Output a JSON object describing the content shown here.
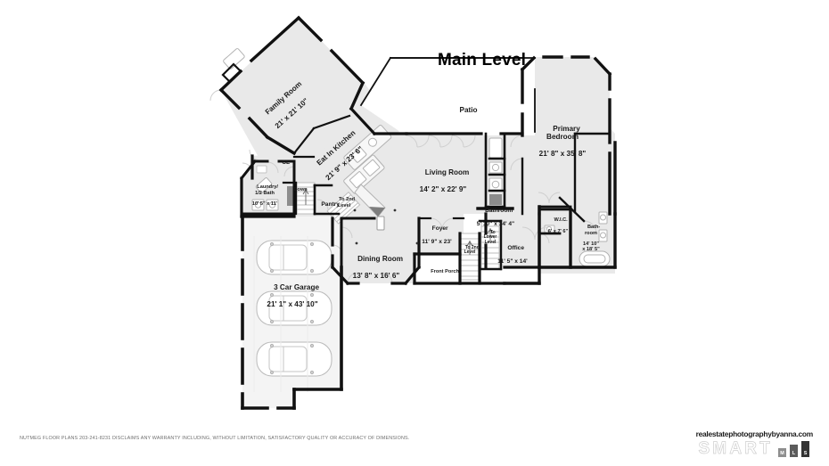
{
  "document": {
    "title": "Main Level",
    "type": "floor-plan"
  },
  "rooms": [
    {
      "id": "family-room",
      "name": "Family Room",
      "dimensions": "21' x 21' 10\""
    },
    {
      "id": "eat-in-kitchen",
      "name": "Eat In Kitchen",
      "dimensions": "21' 9\" x 23' 6\""
    },
    {
      "id": "closet",
      "name": "CL",
      "dimensions": ""
    },
    {
      "id": "laundry",
      "name": "Laundry/\n1/2 Bath",
      "dimensions": "10' 5\" x 11'"
    },
    {
      "id": "pantry",
      "name": "Pantry",
      "dimensions": ""
    },
    {
      "id": "patio",
      "name": "Patio",
      "dimensions": ""
    },
    {
      "id": "living-room",
      "name": "Living Room",
      "dimensions": "14' 2\" x 22' 9\""
    },
    {
      "id": "primary-bedroom",
      "name": "Primary\nBedroom",
      "dimensions": "21' 8\" x 35' 8\""
    },
    {
      "id": "bathroom-main",
      "name": "Bathroom",
      "dimensions": "5' 10\" x 14' 4\""
    },
    {
      "id": "wic",
      "name": "W.I.C.",
      "dimensions": "6' x 7' 6\""
    },
    {
      "id": "bathroom-primary",
      "name": "Bath-\nroom",
      "dimensions": "14' 10\"\nx 18' 5\""
    },
    {
      "id": "office",
      "name": "Office",
      "dimensions": "11' 5\" x 14'"
    },
    {
      "id": "foyer",
      "name": "Foyer",
      "dimensions": "11' 9\" x 23'"
    },
    {
      "id": "dining-room",
      "name": "Dining Room",
      "dimensions": "13' 8\" x 16' 6\""
    },
    {
      "id": "front-porch",
      "name": "Front Porch",
      "dimensions": ""
    },
    {
      "id": "garage",
      "name": "3 Car Garage",
      "dimensions": "21' 1\" x 43' 10\""
    }
  ],
  "annotations": [
    {
      "id": "down",
      "text": "Down"
    },
    {
      "id": "to-2nd-kitchen",
      "text": "To 2nd\nLevel"
    },
    {
      "id": "to-2nd-foyer",
      "text": "To 2nd\nLevel"
    },
    {
      "id": "to-lower-foyer",
      "text": "To\nLower\nLevel"
    }
  ],
  "footer": {
    "disclaimer": "NUTMEG FLOOR PLANS 203-241-8231 DISCLAIMS ANY WARRANTY INCLUDING, WITHOUT LIMITATION, SATISFACTORY QUALITY OR ACCURACY OF DIMENSIONS.",
    "brand_url": "realestatephotographybyanna.com",
    "logo_word": "SMART",
    "logo_mls": [
      "M",
      "L",
      "S"
    ]
  },
  "colors": {
    "wall": "#111111",
    "room_fill": "#e9e9e9",
    "garage_fill": "#f4f4f4",
    "patio_fill": "#ffffff",
    "fixture_stroke": "#8a8a8a",
    "accent_gray": "#7d7d7d",
    "text": "#1a1a1a",
    "disclaimer_text": "#6f6f6f"
  }
}
